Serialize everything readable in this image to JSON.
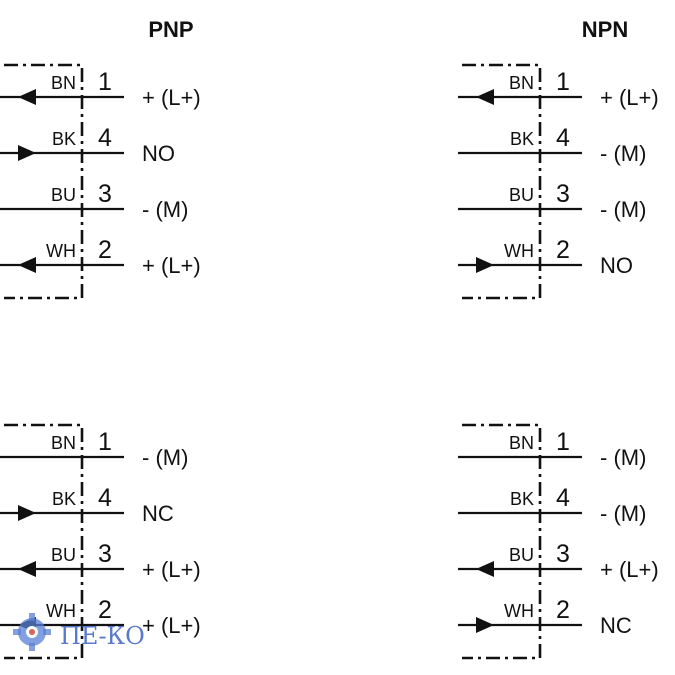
{
  "titles": {
    "pnp": "PNP",
    "npn": "NPN"
  },
  "panels": [
    {
      "rows": [
        {
          "color": "BN",
          "pin": "1",
          "signal": "+ (L+)",
          "arrow": "out"
        },
        {
          "color": "BK",
          "pin": "4",
          "signal": "NO",
          "arrow": "in"
        },
        {
          "color": "BU",
          "pin": "3",
          "signal": "- (M)",
          "arrow": "none"
        },
        {
          "color": "WH",
          "pin": "2",
          "signal": "+ (L+)",
          "arrow": "out"
        }
      ]
    },
    {
      "rows": [
        {
          "color": "BN",
          "pin": "1",
          "signal": "+ (L+)",
          "arrow": "out"
        },
        {
          "color": "BK",
          "pin": "4",
          "signal": "- (M)",
          "arrow": "none"
        },
        {
          "color": "BU",
          "pin": "3",
          "signal": "- (M)",
          "arrow": "none"
        },
        {
          "color": "WH",
          "pin": "2",
          "signal": "NO",
          "arrow": "in"
        }
      ]
    },
    {
      "rows": [
        {
          "color": "BN",
          "pin": "1",
          "signal": "- (M)",
          "arrow": "none"
        },
        {
          "color": "BK",
          "pin": "4",
          "signal": "NC",
          "arrow": "in"
        },
        {
          "color": "BU",
          "pin": "3",
          "signal": "+ (L+)",
          "arrow": "out"
        },
        {
          "color": "WH",
          "pin": "2",
          "signal": "+ (L+)",
          "arrow": "out"
        }
      ]
    },
    {
      "rows": [
        {
          "color": "BN",
          "pin": "1",
          "signal": "- (M)",
          "arrow": "none"
        },
        {
          "color": "BK",
          "pin": "4",
          "signal": "- (M)",
          "arrow": "none"
        },
        {
          "color": "BU",
          "pin": "3",
          "signal": "+ (L+)",
          "arrow": "out"
        },
        {
          "color": "WH",
          "pin": "2",
          "signal": "NC",
          "arrow": "in"
        }
      ]
    }
  ],
  "watermark": {
    "text": "ПЕ-КО",
    "icon": "gear-icon"
  }
}
